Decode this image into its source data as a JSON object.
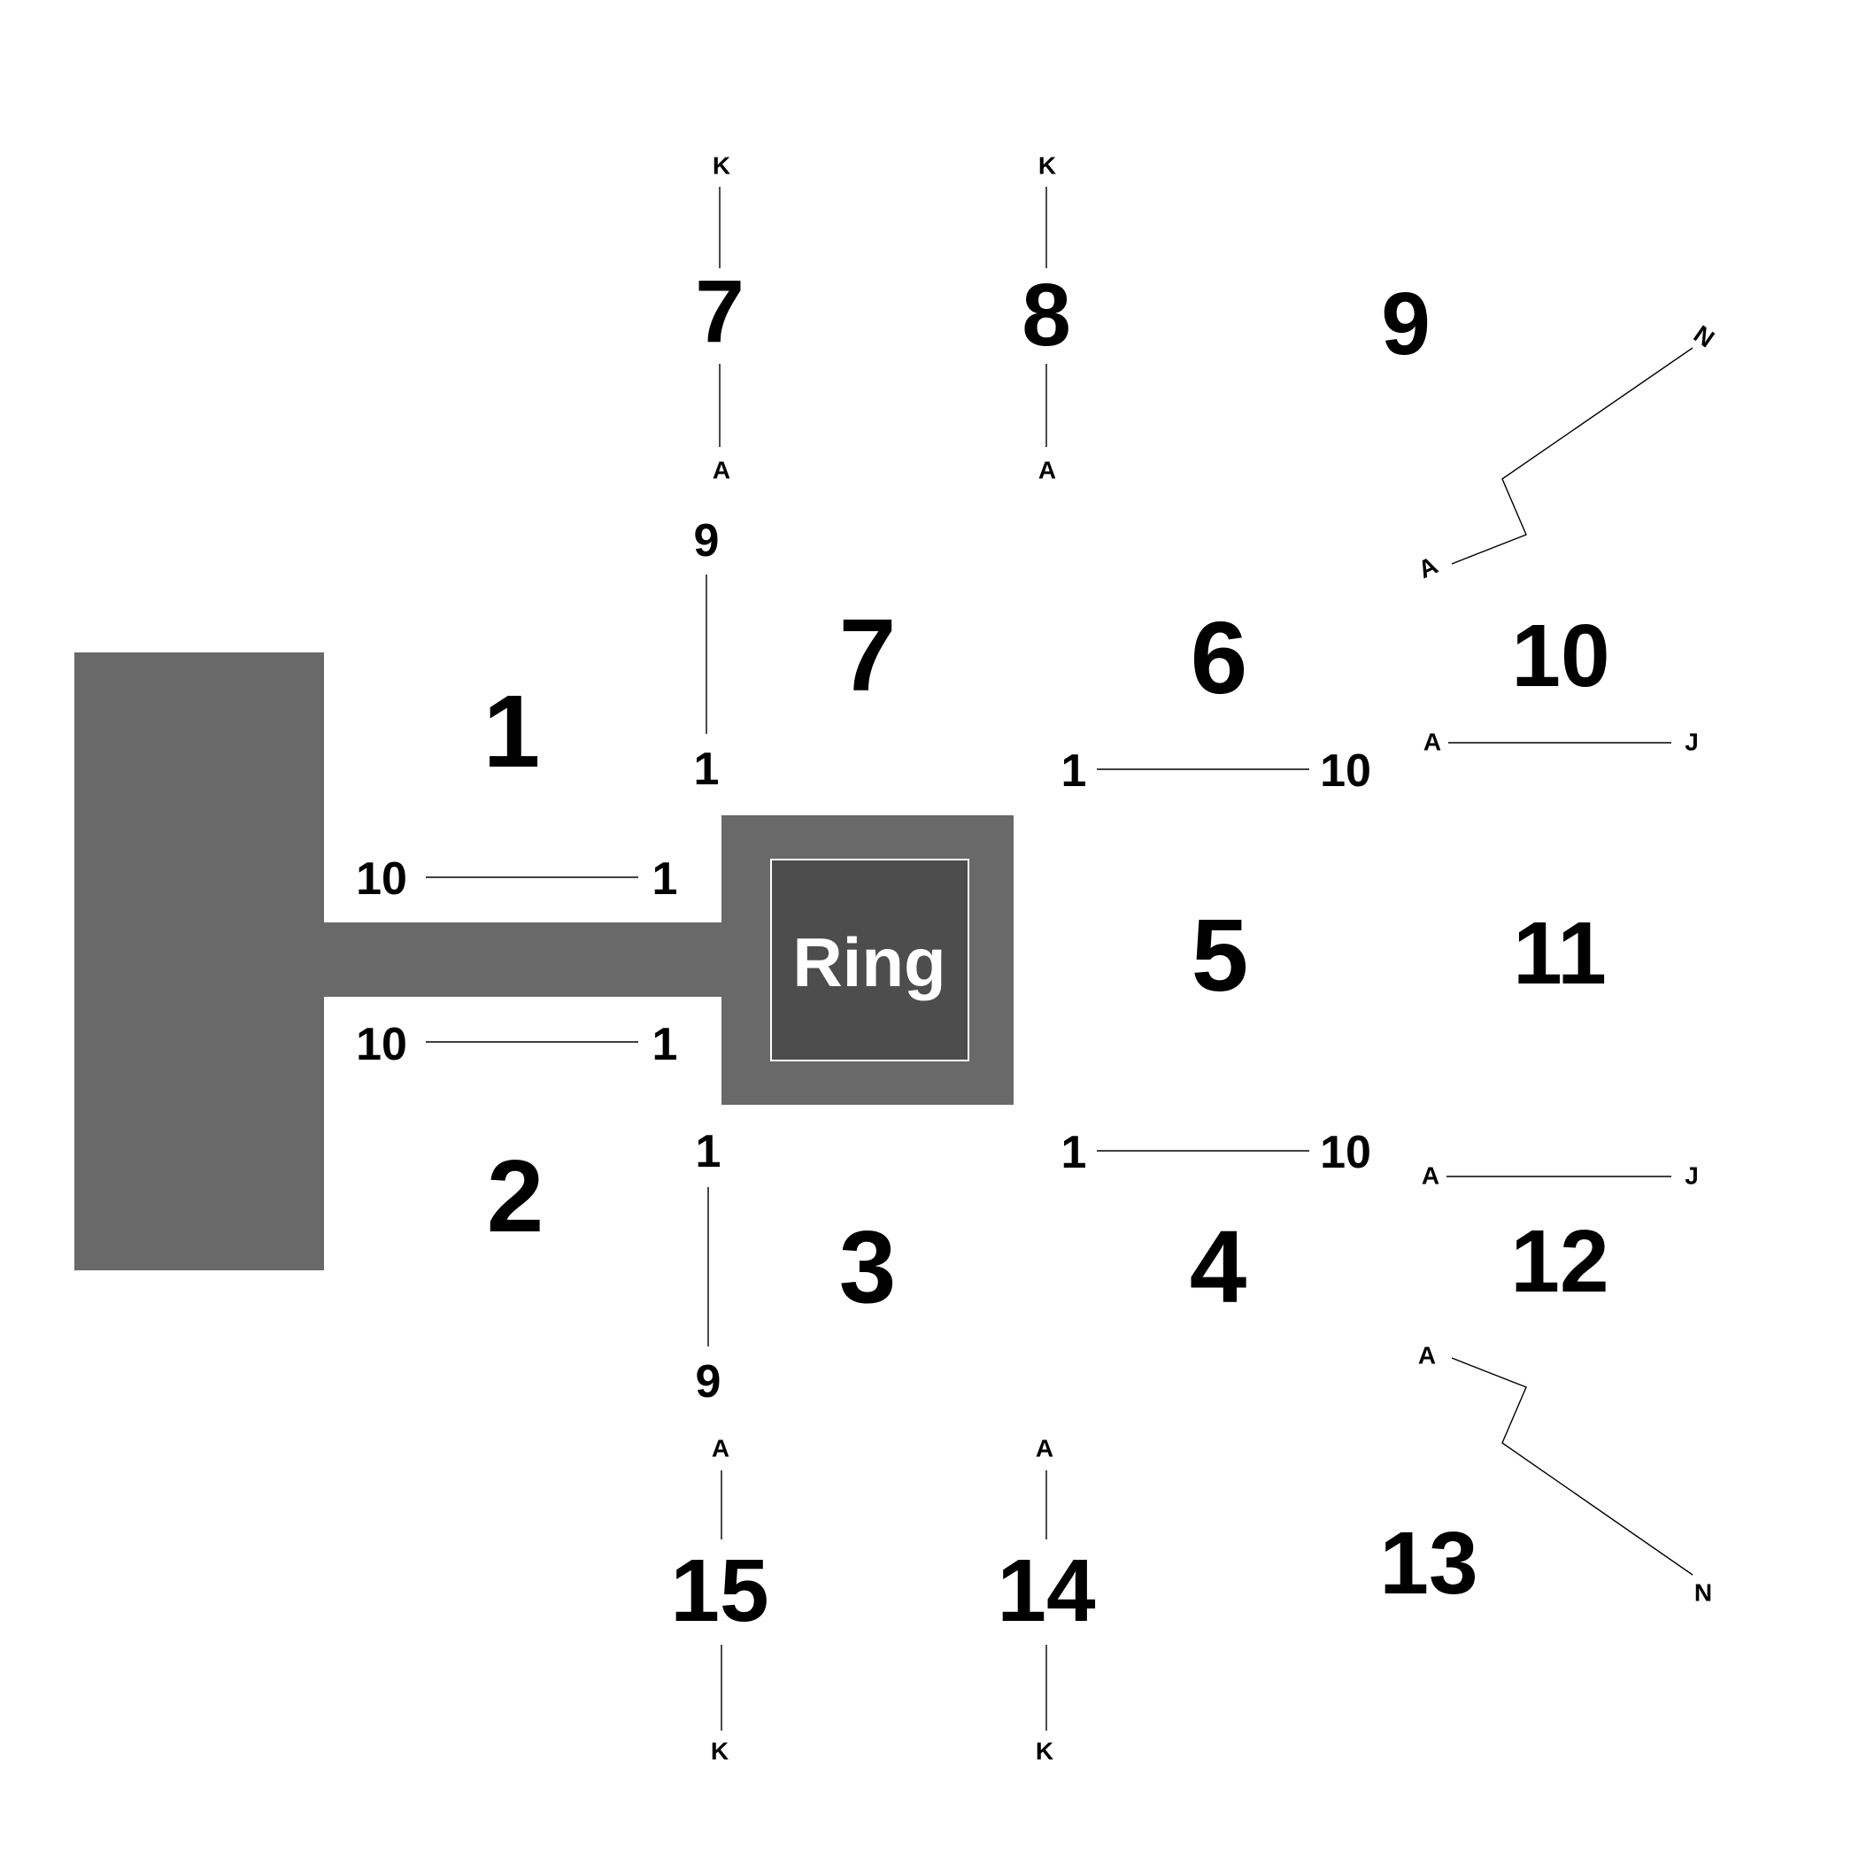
{
  "stage": {
    "label": ""
  },
  "ring": {
    "label": "Ring"
  },
  "floor_sections": {
    "s1": "1",
    "s2": "2",
    "s3": "3",
    "s4": "4",
    "s5": "5",
    "s6": "6",
    "s7": "7",
    "s10": "10",
    "s11": "11",
    "s12": "12"
  },
  "upper_sections": {
    "s7": "7",
    "s8": "8",
    "s9": "9",
    "s13": "13",
    "s14": "14",
    "s15": "15"
  },
  "seat_markers": {
    "sec1_right": "1",
    "sec1_left": "10",
    "sec2_right": "1",
    "sec2_left": "10",
    "sec7_top": "9",
    "sec7_bottom": "1",
    "sec3_top": "1",
    "sec3_bottom": "9",
    "sec6_left": "1",
    "sec6_right": "10",
    "sec4_left": "1",
    "sec4_right": "10"
  },
  "row_markers": {
    "up7_top": "K",
    "up7_bottom": "A",
    "up8_top": "K",
    "up8_bottom": "A",
    "up9_end": "N",
    "up9_start": "A",
    "sec10_start": "A",
    "sec10_end": "J",
    "sec12_start": "A",
    "sec12_end": "J",
    "up13_start": "A",
    "up13_end": "N",
    "up15_top": "A",
    "up15_bottom": "K",
    "up14_top": "A",
    "up14_bottom": "K"
  },
  "colors": {
    "stage": "#696969",
    "ring_outer": "#696969",
    "ring_inner": "#4d4d4d",
    "ring_border": "#ffffff"
  }
}
